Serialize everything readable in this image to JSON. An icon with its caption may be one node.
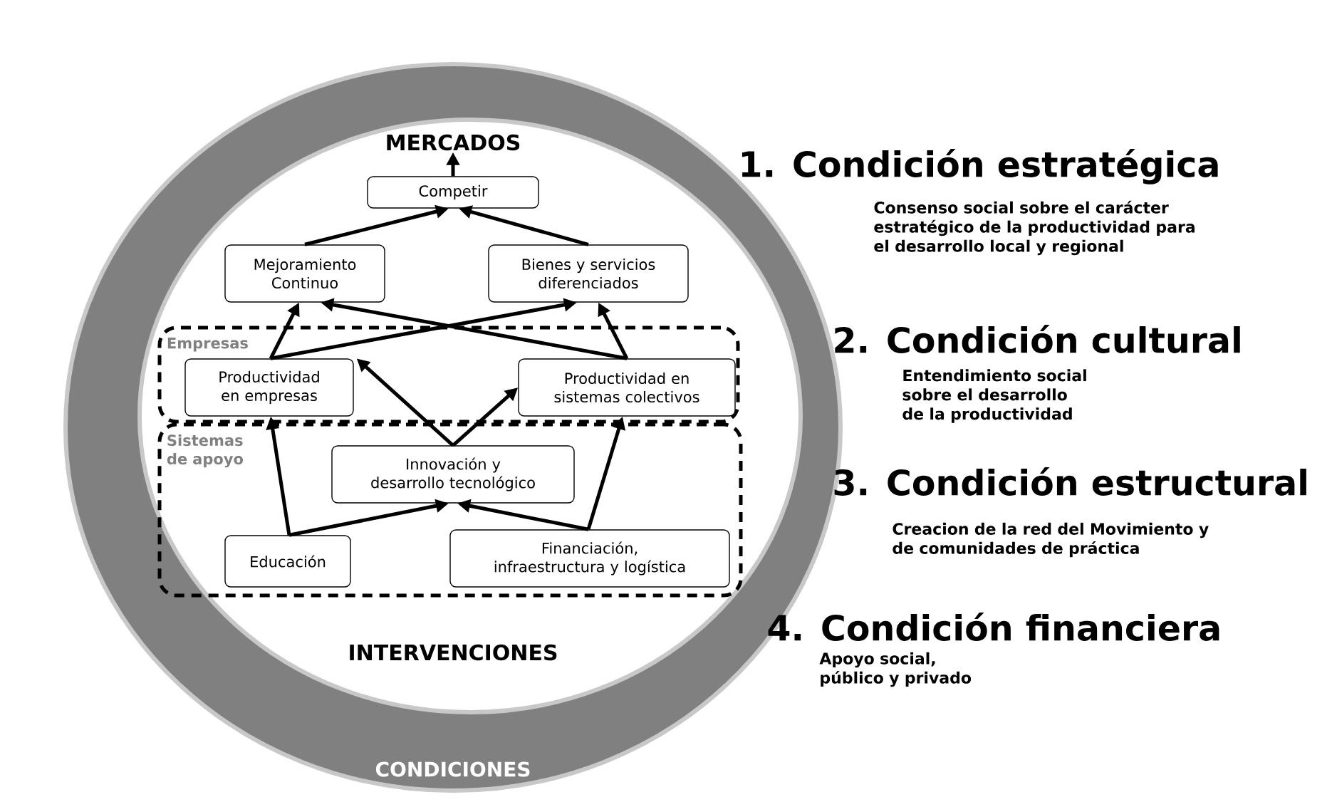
{
  "diagram": {
    "nodes": [
      {
        "text": [
          "MERCADOS"
        ]
      },
      {
        "text": [
          "Competir"
        ]
      },
      {
        "text": [
          "Mejoramiento Continuo"
        ]
      },
      {
        "text": [
          "Bienes y servicios diferenciados"
        ]
      },
      {
        "text": [
          "Empresas"
        ]
      },
      {
        "text": [
          "Productividad en empresas"
        ],
        "in": 4
      },
      {
        "text": [
          "Productividad en sistemas colectivos"
        ],
        "in": 4
      },
      {
        "text": [
          "Sistemas de apoyo"
        ]
      },
      {
        "text": [
          "Innovación y desarrollo tecnológico"
        ],
        "in": 7
      },
      {
        "text": [
          "Educación"
        ],
        "in": 7
      },
      {
        "text": [
          "Financiación, infraestructura y logística"
        ],
        "in": 7
      }
    ],
    "edges": [
      {
        "from": 1,
        "to": 0,
        "arrow": "to"
      },
      {
        "from": 2,
        "to": 1,
        "arrow": "to"
      },
      {
        "from": 3,
        "to": 1,
        "arrow": "to"
      },
      {
        "from": 5,
        "to": 2,
        "arrow": "to"
      },
      {
        "from": 5,
        "to": 3,
        "arrow": "to"
      },
      {
        "from": 6,
        "to": 2,
        "arrow": "to"
      },
      {
        "from": 6,
        "to": 3,
        "arrow": "to"
      },
      {
        "from": 8,
        "to": 5,
        "arrow": "to"
      },
      {
        "from": 8,
        "to": 6,
        "arrow": "to"
      },
      {
        "from": 9,
        "to": 5,
        "arrow": "to"
      },
      {
        "from": 9,
        "to": 8,
        "arrow": "to"
      },
      {
        "from": 10,
        "to": 8,
        "arrow": "to"
      },
      {
        "from": 10,
        "to": 6,
        "arrow": "to"
      }
    ],
    "labels": [
      "1. Condición estratégica",
      "Consenso social sobre el carácter estratégico de la productividad para el desarrollo local y regional",
      "2. Condición cultural",
      "Entendimiento social sobre el desarrollo de la productividad",
      "3. Condición estructural",
      "Creacion de la red del Movimiento y de comunidades de práctica",
      "4. Condición financiera",
      "Apoyo social, público y privado",
      "INTERVENCIONES",
      "CONDICIONES"
    ]
  }
}
